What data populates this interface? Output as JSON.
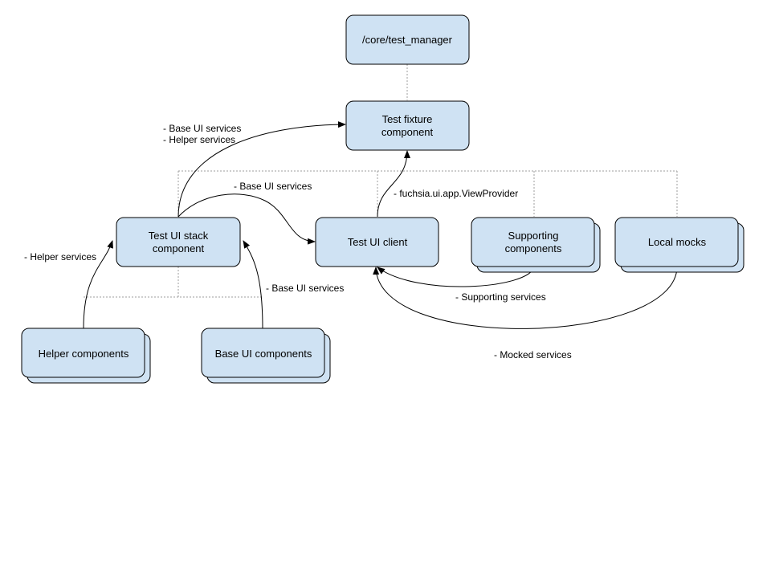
{
  "nodes": {
    "test_manager": "/core/test_manager",
    "test_fixture": [
      "Test fixture",
      "component"
    ],
    "test_ui_stack": [
      "Test UI stack",
      "component"
    ],
    "test_ui_client": "Test UI client",
    "supporting_components": [
      "Supporting",
      "components"
    ],
    "local_mocks": "Local mocks",
    "helper_components": "Helper components",
    "base_ui_components": "Base UI components"
  },
  "edges": {
    "stack_to_fixture": [
      "- Base UI services",
      "- Helper services"
    ],
    "stack_to_client": "- Base UI services",
    "client_to_fixture": "- fuchsia.ui.app.ViewProvider",
    "helper_to_stack": "- Helper services",
    "base_to_stack": "- Base UI services",
    "supporting_to_client": "- Supporting services",
    "mocks_to_client": "- Mocked services"
  },
  "colors": {
    "node_fill": "#cfe2f3",
    "node_stroke": "#000000",
    "connector": "#9e9e9e"
  }
}
